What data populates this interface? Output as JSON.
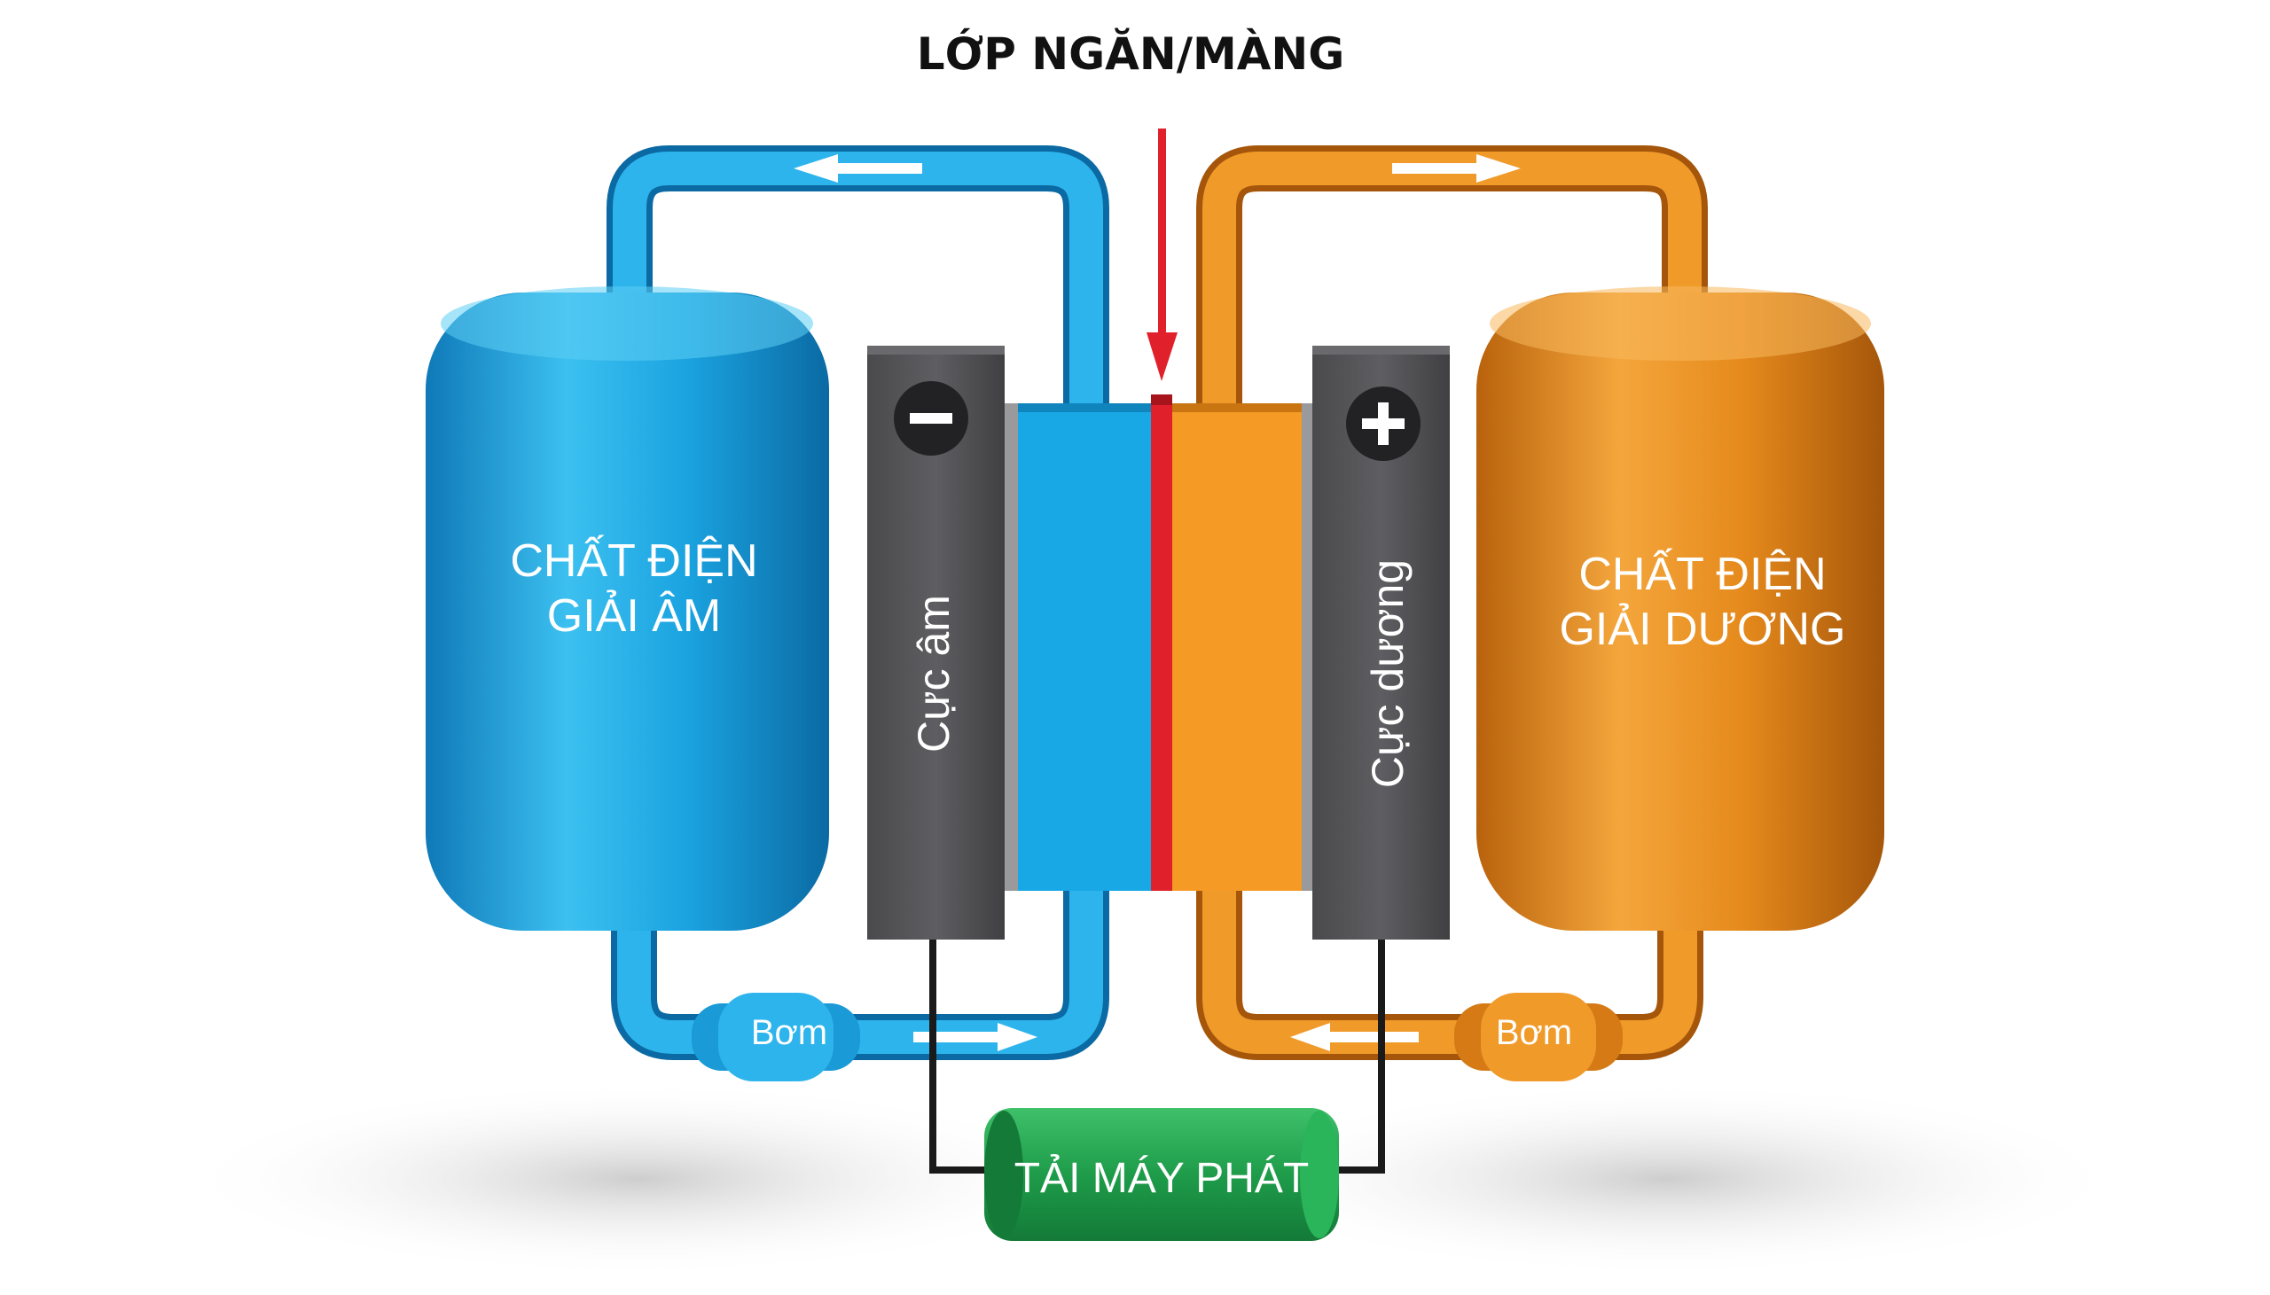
{
  "title": "LỚP NGĂN/MÀNG",
  "tanks": {
    "negative": {
      "line1": "CHẤT ĐIỆN",
      "line2": "GIẢI ÂM"
    },
    "positive": {
      "line1": "CHẤT ĐIỆN",
      "line2": "GIẢI DƯƠNG"
    }
  },
  "electrodes": {
    "negative": {
      "label": "Cực âm",
      "symbol": "−"
    },
    "positive": {
      "label": "Cực dương",
      "symbol": "+"
    }
  },
  "pumps": {
    "left": "Bơm",
    "right": "Bơm"
  },
  "load": "TẢI MÁY PHÁT",
  "colors": {
    "negative_electrolyte": "#1aa3e0",
    "positive_electrolyte": "#f0921e",
    "membrane": "#e0202a",
    "electrode": "#555558",
    "load": "#1e9c4a",
    "arrow": "#e0202a"
  }
}
